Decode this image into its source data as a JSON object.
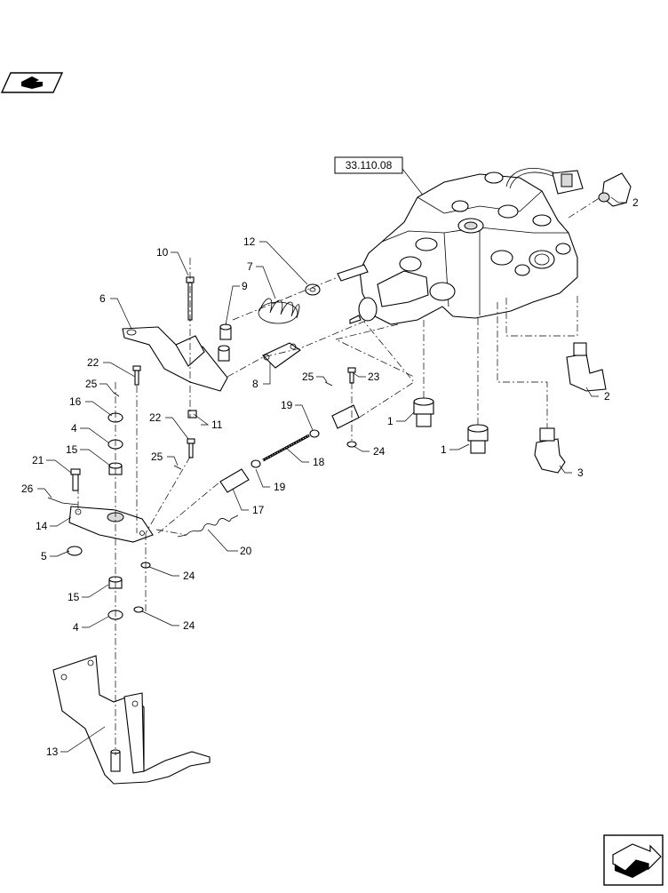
{
  "reference_box": {
    "label": "33.110.08"
  },
  "callouts": [
    {
      "id": "c10",
      "text": "10"
    },
    {
      "id": "c12",
      "text": "12"
    },
    {
      "id": "c7",
      "text": "7"
    },
    {
      "id": "c9",
      "text": "9"
    },
    {
      "id": "c6",
      "text": "6"
    },
    {
      "id": "c22a",
      "text": "22"
    },
    {
      "id": "c25a",
      "text": "25"
    },
    {
      "id": "c16",
      "text": "16"
    },
    {
      "id": "c4a",
      "text": "4"
    },
    {
      "id": "c15a",
      "text": "15"
    },
    {
      "id": "c21",
      "text": "21"
    },
    {
      "id": "c26",
      "text": "26"
    },
    {
      "id": "c14",
      "text": "14"
    },
    {
      "id": "c5",
      "text": "5"
    },
    {
      "id": "c15b",
      "text": "15"
    },
    {
      "id": "c4b",
      "text": "4"
    },
    {
      "id": "c13",
      "text": "13"
    },
    {
      "id": "c22b",
      "text": "22"
    },
    {
      "id": "c25b",
      "text": "25"
    },
    {
      "id": "c11",
      "text": "11"
    },
    {
      "id": "c8",
      "text": "8"
    },
    {
      "id": "c25c",
      "text": "25"
    },
    {
      "id": "c23",
      "text": "23"
    },
    {
      "id": "c19a",
      "text": "19"
    },
    {
      "id": "c18",
      "text": "18"
    },
    {
      "id": "c19b",
      "text": "19"
    },
    {
      "id": "c17",
      "text": "17"
    },
    {
      "id": "c20",
      "text": "20"
    },
    {
      "id": "c24a",
      "text": "24"
    },
    {
      "id": "c24b",
      "text": "24"
    },
    {
      "id": "c24c",
      "text": "24"
    },
    {
      "id": "c1a",
      "text": "1"
    },
    {
      "id": "c1b",
      "text": "1"
    },
    {
      "id": "c2a",
      "text": "2"
    },
    {
      "id": "c2b",
      "text": "2"
    },
    {
      "id": "c3",
      "text": "3"
    }
  ],
  "icons": {
    "top_left": "book-navigation-icon",
    "bottom_right": "next-page-arrow-icon"
  }
}
